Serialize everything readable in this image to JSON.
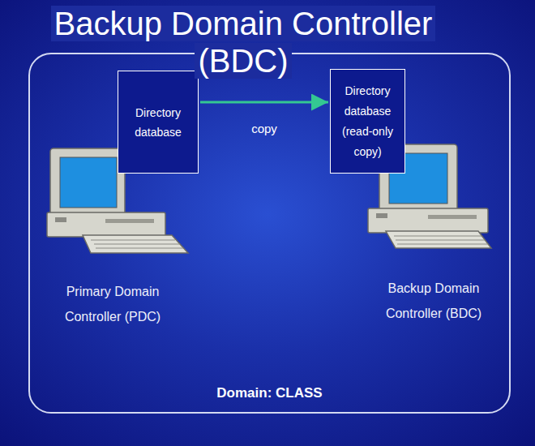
{
  "diagram": {
    "title": "Backup Domain Controller (BDC)",
    "nodes": [
      {
        "text": [
          "Domain: CLASS"
        ]
      },
      {
        "text": [
          "Directory database"
        ],
        "in": 0
      },
      {
        "text": [
          "Directory database (read-only copy)"
        ],
        "in": 0
      }
    ],
    "edges": [
      {
        "from": 1,
        "to": 2,
        "arrow": "to",
        "label": "copy"
      }
    ],
    "labels": [
      "Primary Domain Controller (PDC)",
      "Backup Domain Controller (BDC)"
    ]
  }
}
